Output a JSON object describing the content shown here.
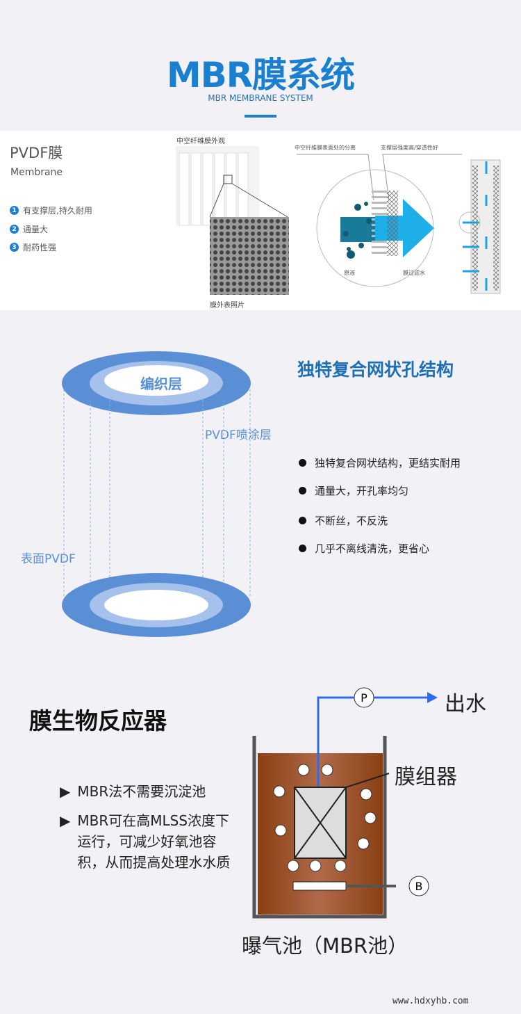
{
  "header": {
    "title": "MBR膜系统",
    "subtitle": "MBR MEMBRANE SYSTEM"
  },
  "panel": {
    "name": "PVDF膜",
    "name_en": "Membrane",
    "features": [
      {
        "num": "1",
        "text": "有支撑层,持久耐用"
      },
      {
        "num": "2",
        "text": "通量大"
      },
      {
        "num": "3",
        "text": "耐药性强"
      }
    ],
    "fiber_caption": "中空纤维膜外观",
    "photo_caption": "膜外表照片",
    "label_separation": "中空纤维膜表面处的分离",
    "label_support": "支撑层强度高/穿透性好",
    "label_raw": "原液",
    "label_filtered": "膜过滤水"
  },
  "structure": {
    "title": "独特复合网状孔结构",
    "label_weave": "编织层",
    "label_pvdf_coat": "PVDF喷涂层",
    "label_surface": "表面PVDF",
    "bullets": [
      "独特复合网状结构，更结实耐用",
      "通量大，开孔率均匀",
      "不断丝，不反洗",
      "几乎不离线清洗，更省心"
    ]
  },
  "reactor": {
    "title": "膜生物反应器",
    "bullets": [
      "MBR法不需要沉淀池",
      "MBR可在高MLSS浓度下运行，可减少好氧池容积，从而提高处理水水质"
    ],
    "label_outlet": "出水",
    "label_module": "膜组器",
    "label_tank": "曝气池（MBR池）",
    "pump_p": "P",
    "pump_b": "B"
  },
  "footer": {
    "website": "www.hdxyhb.com"
  },
  "colors": {
    "accent": "#1b7fd0",
    "sludge": "#8a3f12"
  }
}
